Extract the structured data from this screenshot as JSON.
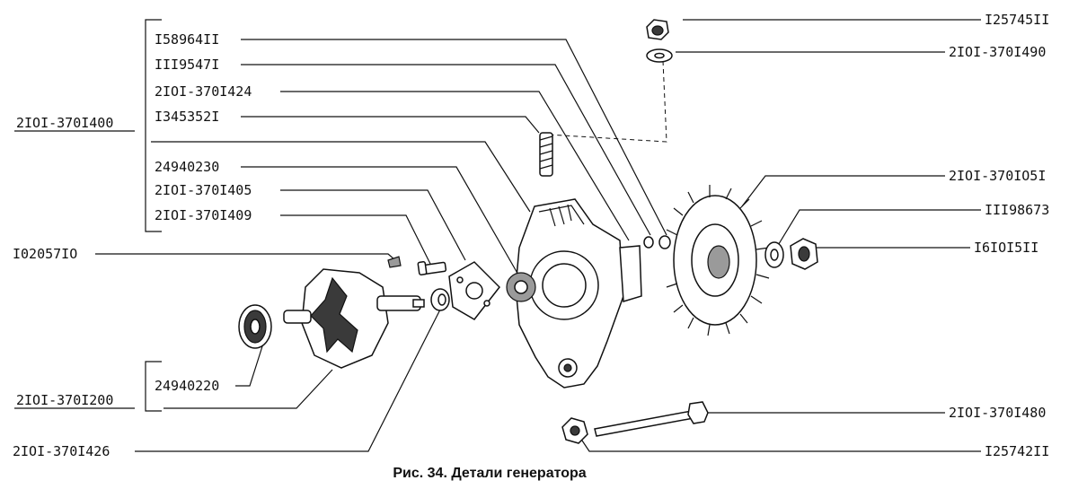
{
  "caption": "Рис. 34. Детали генератора",
  "labels": {
    "p1": "I25745II",
    "p2": "2IOI-370I490",
    "p3": "I58964II",
    "p4": "III9547I",
    "p5": "2IOI-370I424",
    "p6": "I345352I",
    "p7": "2IOI-370I400",
    "p8": "24940230",
    "p9": "2IOI-370I405",
    "p10": "2IOI-370I409",
    "p11": "I02057IO",
    "p12": "2IOI-370IO5I",
    "p13": "III98673",
    "p14": "I6IOI5II",
    "p15": "24940220",
    "p16": "2IOI-370I200",
    "p17": "2IOI-370I426",
    "p18": "2IOI-370I480",
    "p19": "I25742II"
  }
}
